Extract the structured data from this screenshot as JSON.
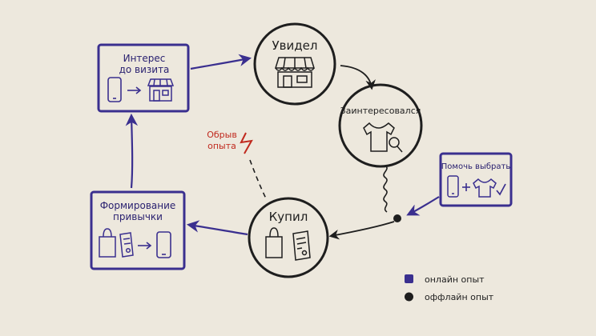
{
  "nodes": {
    "seen": "Увидел",
    "interested": "Заинтересовался",
    "bought": "Купил"
  },
  "cards": {
    "interest_before_visit": [
      "Интерес",
      "до визита"
    ],
    "habit_forming": [
      "Формирование",
      "привычки"
    ],
    "help_choose": "Помочь выбрать"
  },
  "break_label": [
    "Обрыв",
    "опыта"
  ],
  "legend": {
    "online": "онлайн опыт",
    "offline": "оффлайн опыт"
  },
  "colors": {
    "online": "#3a2f8f",
    "offline": "#1e1e1e",
    "break": "#c0291e",
    "background": "#ede8dd"
  },
  "icons": {
    "seen": "storefront-icon",
    "interested": "tshirt-search-icon",
    "bought": "bag-receipt-icon",
    "interest_before_visit": "phone-to-store-icon",
    "habit_forming": "bag-receipt-to-phone-icon",
    "help_choose": "phone-plus-tshirt-check-icon",
    "break": "lightning-icon"
  }
}
